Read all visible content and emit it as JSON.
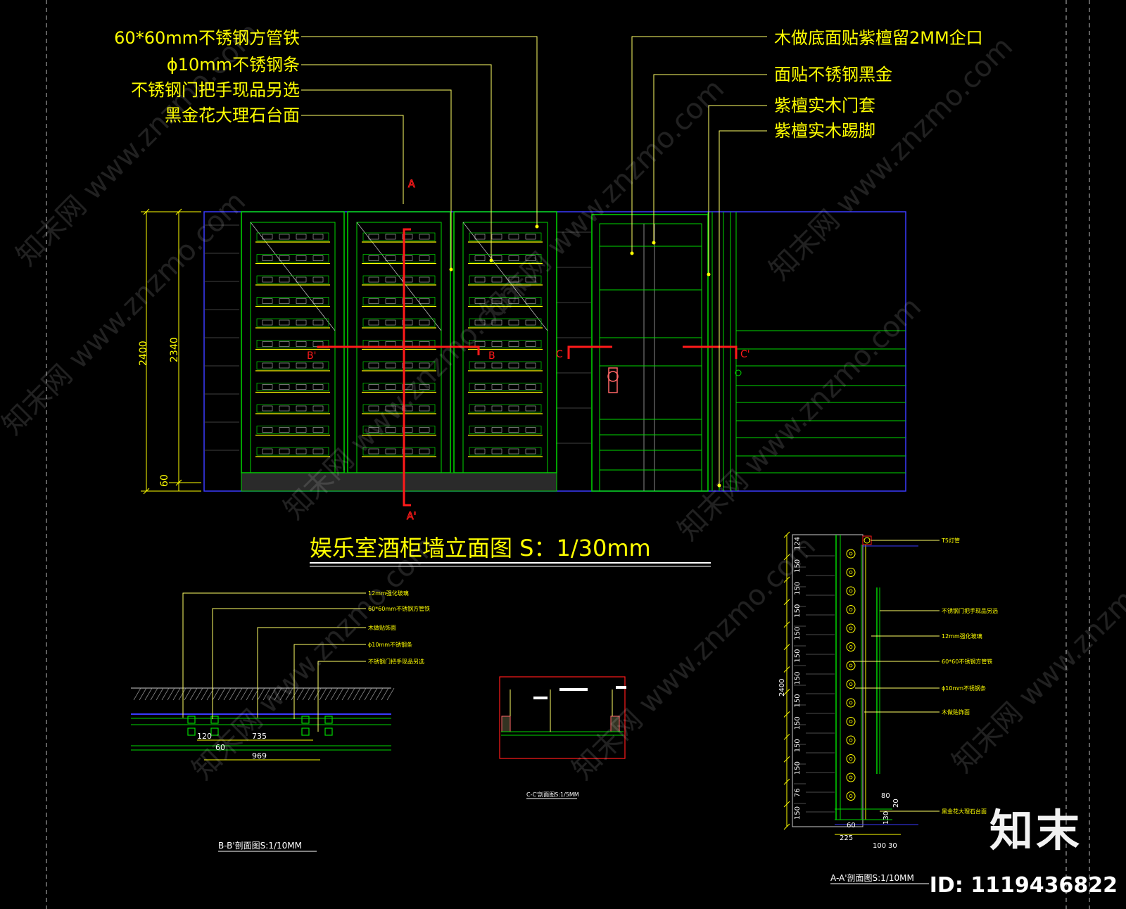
{
  "elevation": {
    "title": "娱乐室酒柜墙立面图 S：1/30mm",
    "left_callouts": [
      "60*60mm不锈钢方管铁",
      "ϕ10mm不锈钢条",
      "不锈钢门把手现品另选",
      "黑金花大理石台面"
    ],
    "right_callouts": [
      "木做底面贴紫檀留2MM企口",
      "面贴不锈钢黑金",
      "紫檀实木门套",
      "紫檀实木踢脚"
    ],
    "dimensions": [
      "2400",
      "2340",
      "60"
    ],
    "section_marks": {
      "a_top": "A",
      "a_bottom": "A'",
      "b_left": "B",
      "b_right": "B'",
      "c_left": "C",
      "c_right": "C'"
    }
  },
  "section_bb": {
    "title": "B-B'剖面图S:1/10MM",
    "labels": [
      "12mm强化玻璃",
      "60*60mm不锈钢方管铁",
      "木做贴饰面",
      "ϕ10mm不锈钢条",
      "不锈钢门把手现品另选"
    ],
    "dimensions": [
      "120",
      "735",
      "60",
      "969"
    ]
  },
  "section_cc": {
    "title": "C-C'剖面图S:1/5MM"
  },
  "section_aa": {
    "title": "A-A'剖面图S:1/10MM",
    "labels": [
      "T5灯管",
      "不锈钢门把手现品另选",
      "12mm强化玻璃",
      "60*60不锈钢方管铁",
      "ϕ10mm不锈钢条",
      "木做贴饰面",
      "黑金花大理石台面"
    ],
    "dimensions_left": [
      "124",
      "150",
      "150",
      "150",
      "150",
      "150",
      "150",
      "150",
      "150",
      "150",
      "150",
      "76",
      "150"
    ],
    "dimension_total": "2400",
    "dimensions_bottom": [
      "225",
      "60",
      "80",
      "20",
      "130",
      "100",
      "30"
    ]
  },
  "watermark": {
    "brand": "知末",
    "image_id": "ID: 1119436822",
    "text": "知末网 www.znzmo.com"
  },
  "colors": {
    "background": "#000000",
    "text": "#ffff00",
    "lines": "#00d800",
    "frame": "#3a3aff",
    "section": "#ff1a1a"
  }
}
